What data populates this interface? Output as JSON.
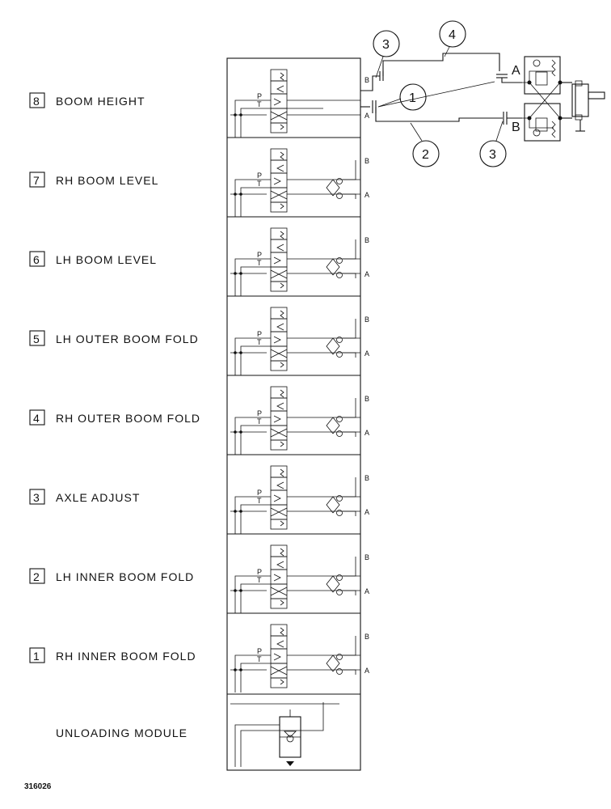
{
  "sections": [
    {
      "number": "8",
      "label": "BOOM HEIGHT"
    },
    {
      "number": "7",
      "label": "RH BOOM LEVEL"
    },
    {
      "number": "6",
      "label": "LH BOOM LEVEL"
    },
    {
      "number": "5",
      "label": "LH OUTER BOOM FOLD"
    },
    {
      "number": "4",
      "label": "RH OUTER BOOM FOLD"
    },
    {
      "number": "3",
      "label": "AXLE   ADJUST"
    },
    {
      "number": "2",
      "label": "LH INNER BOOM FOLD"
    },
    {
      "number": "1",
      "label": "RH INNER BOOM FOLD"
    }
  ],
  "unloading_label": "UNLOADING MODULE",
  "figure_id": "316026",
  "port_labels": {
    "a": "A",
    "b": "B",
    "p": "P",
    "t": "T"
  },
  "callouts": [
    "3",
    "4",
    "1",
    "2",
    "3"
  ],
  "cylinder_ports": {
    "a": "A",
    "b": "B"
  }
}
